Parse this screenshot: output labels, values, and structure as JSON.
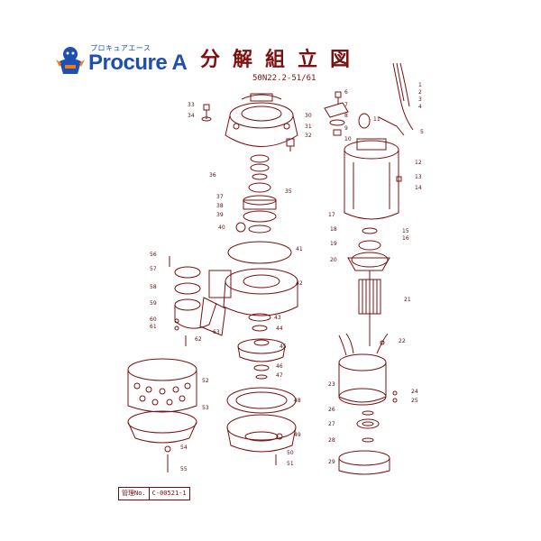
{
  "logo": {
    "kana": "プロキュアエース",
    "brand": "Procure A",
    "mascot": "procure-mascot",
    "colors": {
      "blue": "#1f4fb0",
      "orange": "#f07a14"
    }
  },
  "diagram": {
    "title": "分解組立図",
    "model": "50N22.2-51/61",
    "line_color": "#7a1010",
    "part_numbers": [
      "1",
      "2",
      "3",
      "4",
      "5",
      "6",
      "7",
      "8",
      "9",
      "10",
      "11",
      "12",
      "13",
      "14",
      "15",
      "16",
      "17",
      "18",
      "19",
      "20",
      "21",
      "22",
      "23",
      "24",
      "25",
      "26",
      "27",
      "28",
      "29",
      "30",
      "31",
      "32",
      "33",
      "34",
      "35",
      "36",
      "37",
      "38",
      "39",
      "40",
      "41",
      "42",
      "43",
      "44",
      "45",
      "46",
      "47",
      "48",
      "49",
      "50",
      "51",
      "52",
      "53",
      "54",
      "55",
      "56",
      "57",
      "58",
      "59",
      "60",
      "61",
      "62",
      "63"
    ]
  },
  "footer": {
    "label": "管理No.",
    "value": "C-00521-1"
  }
}
